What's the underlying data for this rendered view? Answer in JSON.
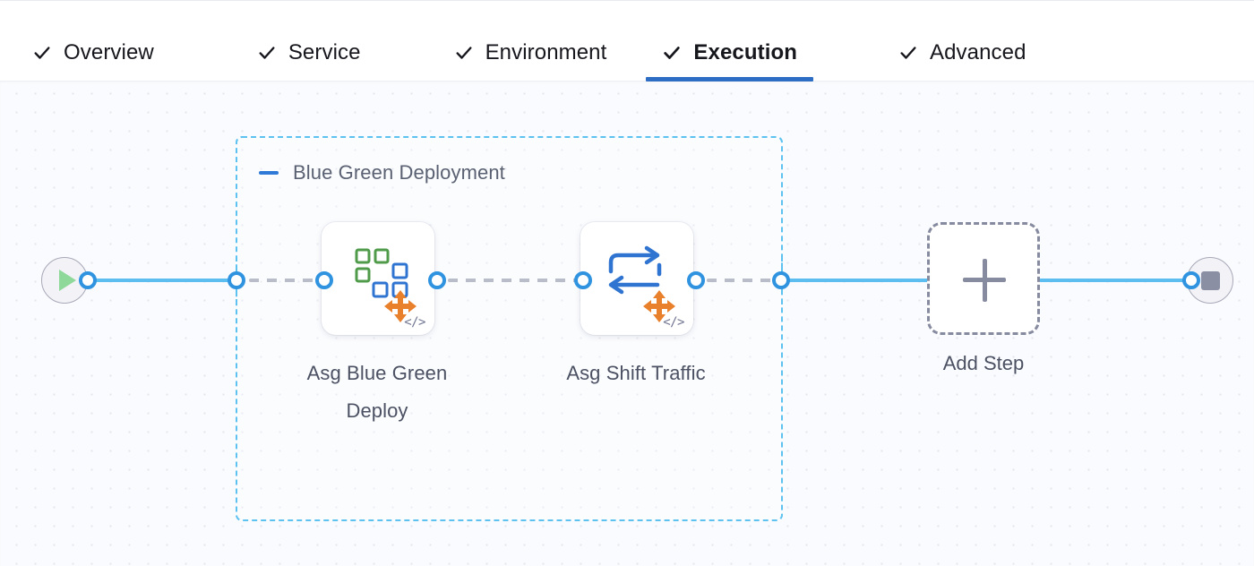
{
  "tabs": [
    {
      "label": "Overview",
      "icon": "check-icon",
      "completed": true,
      "active": false
    },
    {
      "label": "Service",
      "icon": "check-icon",
      "completed": true,
      "active": false
    },
    {
      "label": "Environment",
      "icon": "check-icon",
      "completed": true,
      "active": false
    },
    {
      "label": "Execution",
      "icon": "check-icon",
      "completed": true,
      "active": true
    },
    {
      "label": "Advanced",
      "icon": "check-icon",
      "completed": true,
      "active": false
    }
  ],
  "pipeline": {
    "start_node": {
      "name": "start-node",
      "icon": "play-icon"
    },
    "end_node": {
      "name": "end-node",
      "icon": "stop-icon"
    },
    "group": {
      "title": "Blue Green Deployment",
      "collapse_icon": "minus-icon",
      "border_color": "#5ec2f0"
    },
    "steps": [
      {
        "label": "Asg Blue Green Deploy",
        "icon": "asg-blue-green-deploy-icon",
        "badge": "</>"
      },
      {
        "label": "Asg Shift Traffic",
        "icon": "asg-shift-traffic-icon",
        "badge": "</>"
      }
    ],
    "add_step": {
      "label": "Add Step",
      "icon": "plus-icon"
    }
  },
  "colors": {
    "accent_blue": "#2e6dc4",
    "connector_blue": "#5bbdf0",
    "group_border": "#5ec2f0",
    "connector_gray": "#b9bdc9",
    "canvas_bg": "#fafbfe",
    "icon_green": "#4f9b4a",
    "icon_blue": "#2f74d0",
    "icon_orange": "#e8802c"
  }
}
